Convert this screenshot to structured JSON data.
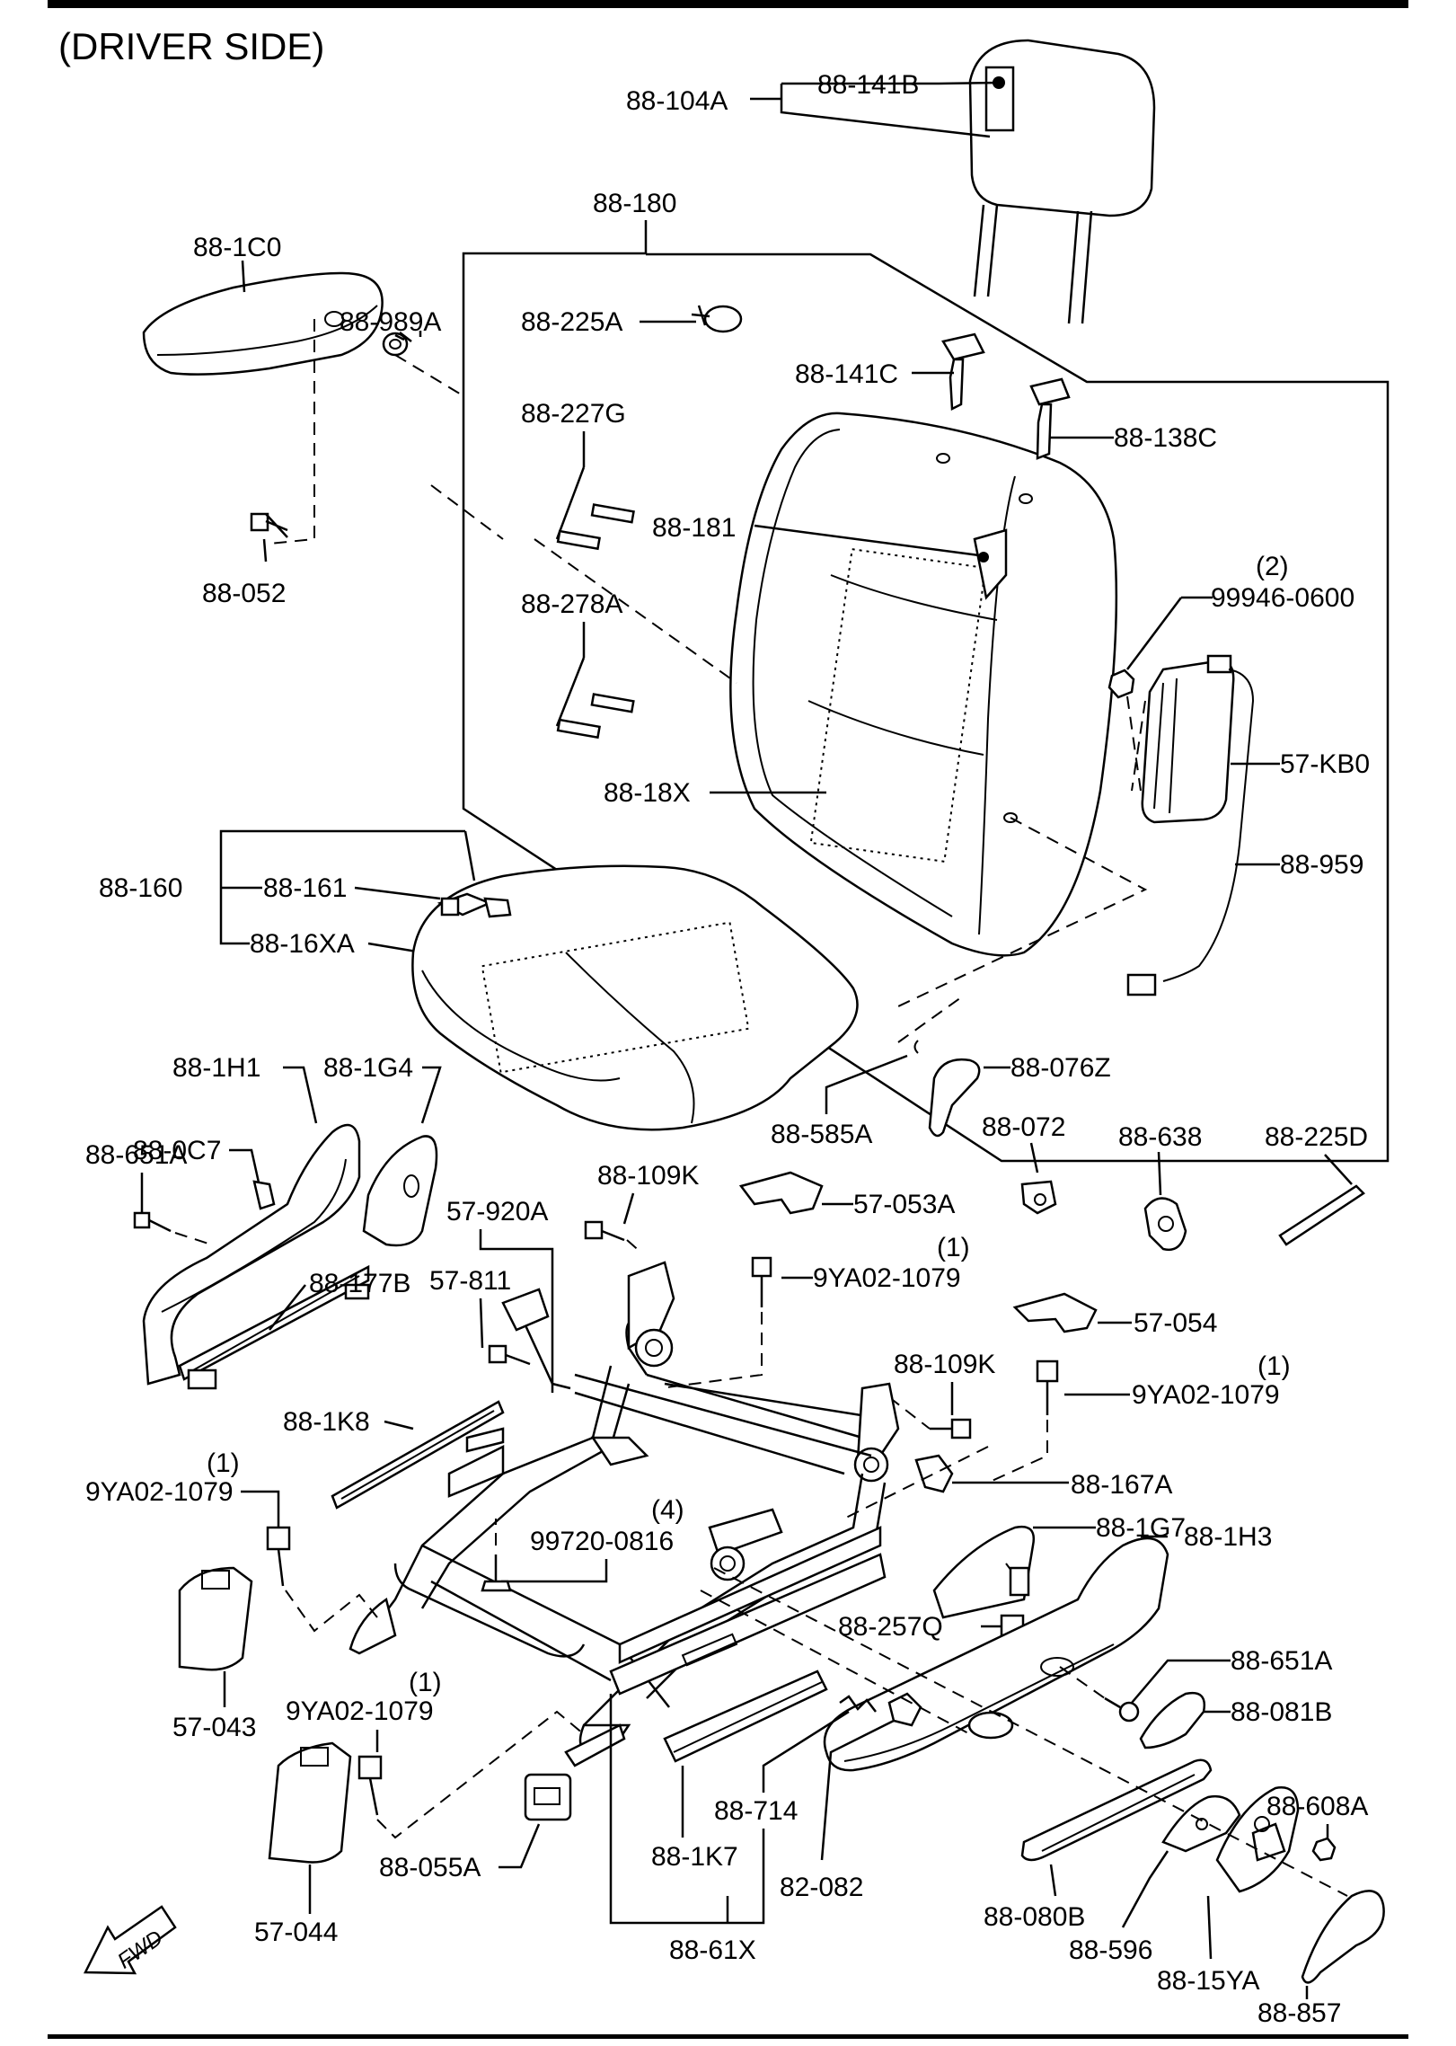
{
  "title": "(DRIVER SIDE)",
  "labels": {
    "l_88_141B": "88-141B",
    "l_88_104A": "88-104A",
    "l_88_180": "88-180",
    "l_88_1C0": "88-1C0",
    "l_88_989A": "88-989A",
    "l_88_225A": "88-225A",
    "l_88_141C": "88-141C",
    "l_88_138C": "88-138C",
    "l_88_227G": "88-227G",
    "l_88_181": "88-181",
    "l_88_052": "88-052",
    "l_99946_qty": "(2)",
    "l_99946_0600": "99946-0600",
    "l_88_278A": "88-278A",
    "l_57_KB0": "57-KB0",
    "l_88_18X": "88-18X",
    "l_88_959": "88-959",
    "l_88_160": "88-160",
    "l_88_161": "88-161",
    "l_88_16XA": "88-16XA",
    "l_88_1H1": "88-1H1",
    "l_88_1G4": "88-1G4",
    "l_88_076Z": "88-076Z",
    "l_88_0C7": "88-0C7",
    "l_88_585A": "88-585A",
    "l_88_072": "88-072",
    "l_88_638": "88-638",
    "l_88_225D": "88-225D",
    "l_88_651A_top": "88-651A",
    "l_88_109K_top": "88-109K",
    "l_57_053A": "57-053A",
    "l_57_920A": "57-920A",
    "l_9YA02_qty_1": "(1)",
    "l_9YA02_1079_1": "9YA02-1079",
    "l_57_811": "57-811",
    "l_57_054": "57-054",
    "l_88_177B": "88-177B",
    "l_88_109K_mid": "88-109K",
    "l_9YA02_qty_2": "(1)",
    "l_9YA02_1079_2": "9YA02-1079",
    "l_88_1K8": "88-1K8",
    "l_9YA02_qty_3": "(1)",
    "l_9YA02_1079_3": "9YA02-1079",
    "l_88_167A": "88-167A",
    "l_99720_qty": "(4)",
    "l_99720_0816": "99720-0816",
    "l_88_1G7": "88-1G7",
    "l_88_1H3": "88-1H3",
    "l_88_257Q": "88-257Q",
    "l_88_651A_bot": "88-651A",
    "l_57_043": "57-043",
    "l_9YA02_qty_4": "(1)",
    "l_9YA02_1079_4": "9YA02-1079",
    "l_88_081B": "88-081B",
    "l_88_714": "88-714",
    "l_88_608A": "88-608A",
    "l_88_1K7": "88-1K7",
    "l_82_082": "82-082",
    "l_88_055A": "88-055A",
    "l_88_080B": "88-080B",
    "l_57_044": "57-044",
    "l_88_61X": "88-61X",
    "l_88_596": "88-596",
    "l_88_15YA": "88-15YA",
    "l_88_857": "88-857",
    "fwd": "FWD"
  }
}
